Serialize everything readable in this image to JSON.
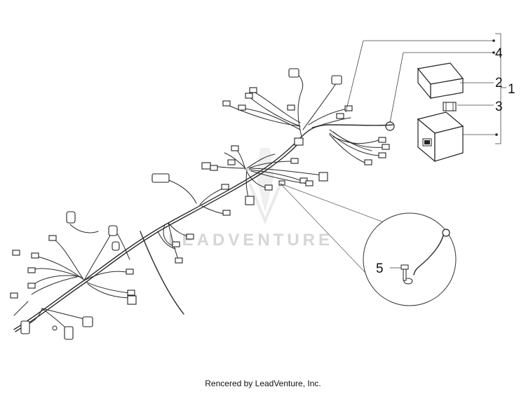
{
  "callouts": [
    {
      "id": "1",
      "label": "1"
    },
    {
      "id": "2",
      "label": "2"
    },
    {
      "id": "3",
      "label": "3"
    },
    {
      "id": "4",
      "label": "4"
    },
    {
      "id": "5",
      "label": "5"
    }
  ],
  "watermark": {
    "text": "LEADVENTURE"
  },
  "credit": {
    "text": "Rencered by LeadVenture, Inc."
  }
}
